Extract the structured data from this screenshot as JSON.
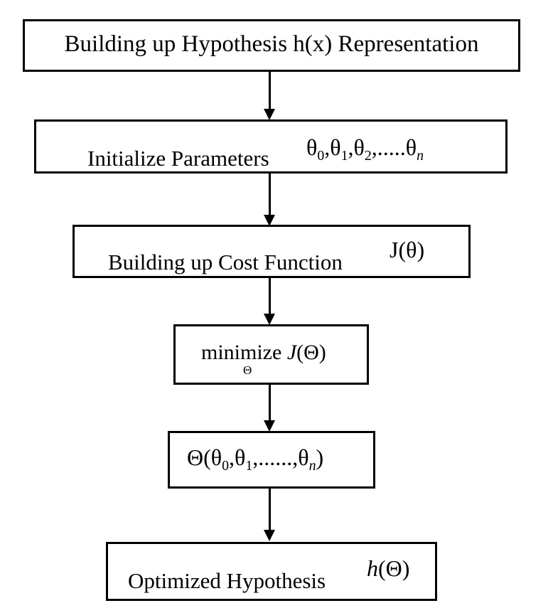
{
  "steps": [
    {
      "label": "Building up Hypothesis h(x) Representation"
    },
    {
      "label": "Initialize Parameters",
      "symbol": "θ0,θ1,θ2,.....θn"
    },
    {
      "label": "Building up Cost Function",
      "symbol": "J(θ)"
    },
    {
      "label": "minimize J(Θ)",
      "subscript": "Θ"
    },
    {
      "label": "Θ(θ0,θ1,......,θn)"
    },
    {
      "label": "Optimized Hypothesis",
      "symbol": "h(Θ)"
    }
  ],
  "colors": {
    "stroke": "#000000",
    "background": "#ffffff"
  }
}
